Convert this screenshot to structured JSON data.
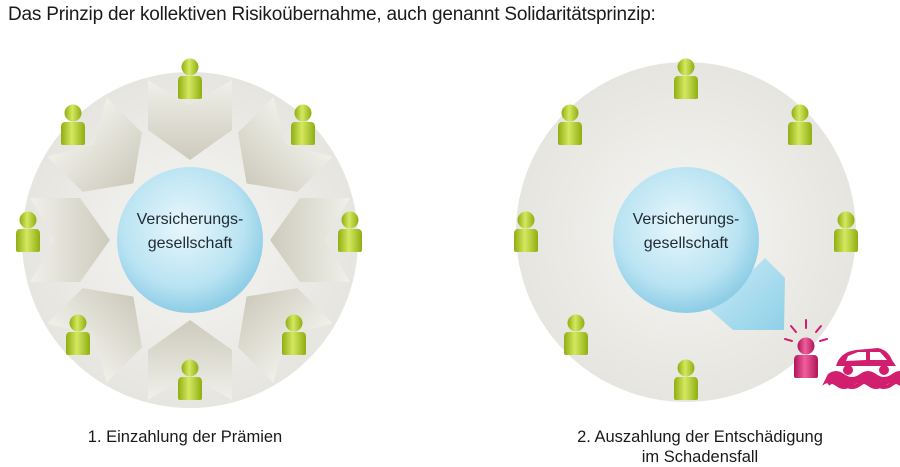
{
  "title": "Das Prinzip der kollektiven Risikoübernahme, auch genannt Solidaritätsprinzip:",
  "panel1": {
    "center_line1": "Versicherungs-",
    "center_line2": "gesellschaft",
    "caption": "1. Einzahlung der Prämien"
  },
  "panel2": {
    "center_line1": "Versicherungs-",
    "center_line2": "gesellschaft",
    "caption_line1": "2. Auszahlung der Entschädigung",
    "caption_line2": "im Schadensfall"
  },
  "colors": {
    "person": "#a6c21c",
    "person_highlight": "#cfe35a",
    "person_damaged": "#d21e6e",
    "outer_disc": "#ecebe7",
    "center_circle": "#a9dcef",
    "arrow_in": "#d9d8cc",
    "arrow_out": "#a9dcef",
    "flood": "#d21e6e"
  },
  "icons": [
    "person-icon",
    "alarm-light-icon",
    "flooded-car-icon"
  ]
}
